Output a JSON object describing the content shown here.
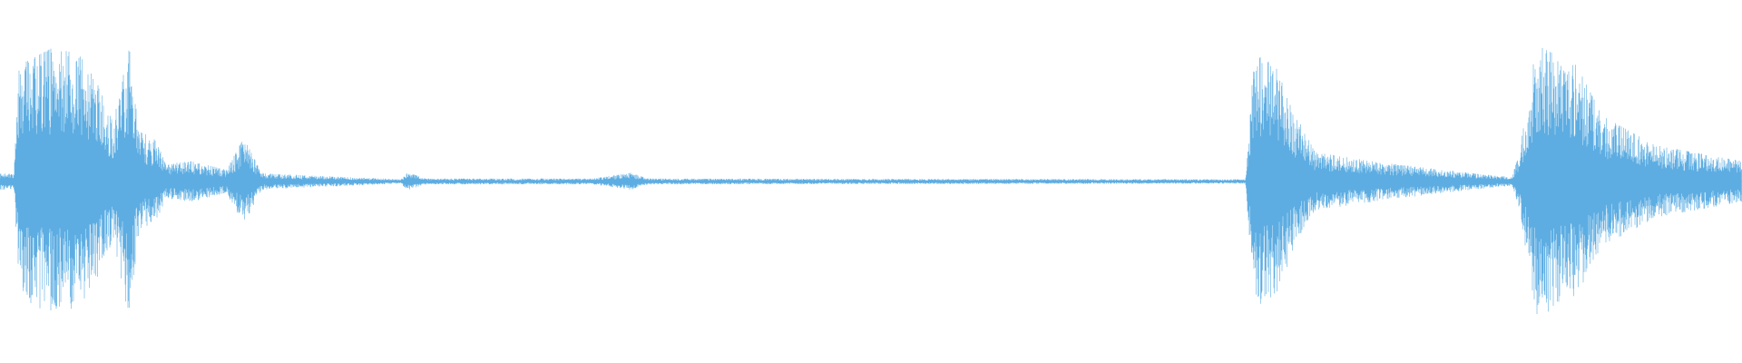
{
  "waveform": {
    "color": "#5dade2",
    "background": "#ffffff",
    "envelope": [
      {
        "t": 0.0,
        "a": 0.06
      },
      {
        "t": 0.008,
        "a": 0.05
      },
      {
        "t": 0.011,
        "a": 0.8
      },
      {
        "t": 0.03,
        "a": 0.92
      },
      {
        "t": 0.045,
        "a": 0.88
      },
      {
        "t": 0.055,
        "a": 0.7
      },
      {
        "t": 0.065,
        "a": 0.4
      },
      {
        "t": 0.074,
        "a": 0.94
      },
      {
        "t": 0.08,
        "a": 0.35
      },
      {
        "t": 0.09,
        "a": 0.28
      },
      {
        "t": 0.095,
        "a": 0.12
      },
      {
        "t": 0.11,
        "a": 0.14
      },
      {
        "t": 0.13,
        "a": 0.08
      },
      {
        "t": 0.14,
        "a": 0.3
      },
      {
        "t": 0.15,
        "a": 0.06
      },
      {
        "t": 0.16,
        "a": 0.05
      },
      {
        "t": 0.2,
        "a": 0.03
      },
      {
        "t": 0.23,
        "a": 0.015
      },
      {
        "t": 0.234,
        "a": 0.06
      },
      {
        "t": 0.245,
        "a": 0.02
      },
      {
        "t": 0.34,
        "a": 0.02
      },
      {
        "t": 0.362,
        "a": 0.06
      },
      {
        "t": 0.372,
        "a": 0.02
      },
      {
        "t": 0.715,
        "a": 0.015
      },
      {
        "t": 0.72,
        "a": 0.88
      },
      {
        "t": 0.732,
        "a": 0.8
      },
      {
        "t": 0.742,
        "a": 0.5
      },
      {
        "t": 0.755,
        "a": 0.2
      },
      {
        "t": 0.8,
        "a": 0.12
      },
      {
        "t": 0.85,
        "a": 0.05
      },
      {
        "t": 0.868,
        "a": 0.03
      },
      {
        "t": 0.872,
        "a": 0.2
      },
      {
        "t": 0.882,
        "a": 0.94
      },
      {
        "t": 0.905,
        "a": 0.8
      },
      {
        "t": 0.92,
        "a": 0.45
      },
      {
        "t": 0.95,
        "a": 0.25
      },
      {
        "t": 1.0,
        "a": 0.14
      }
    ]
  }
}
